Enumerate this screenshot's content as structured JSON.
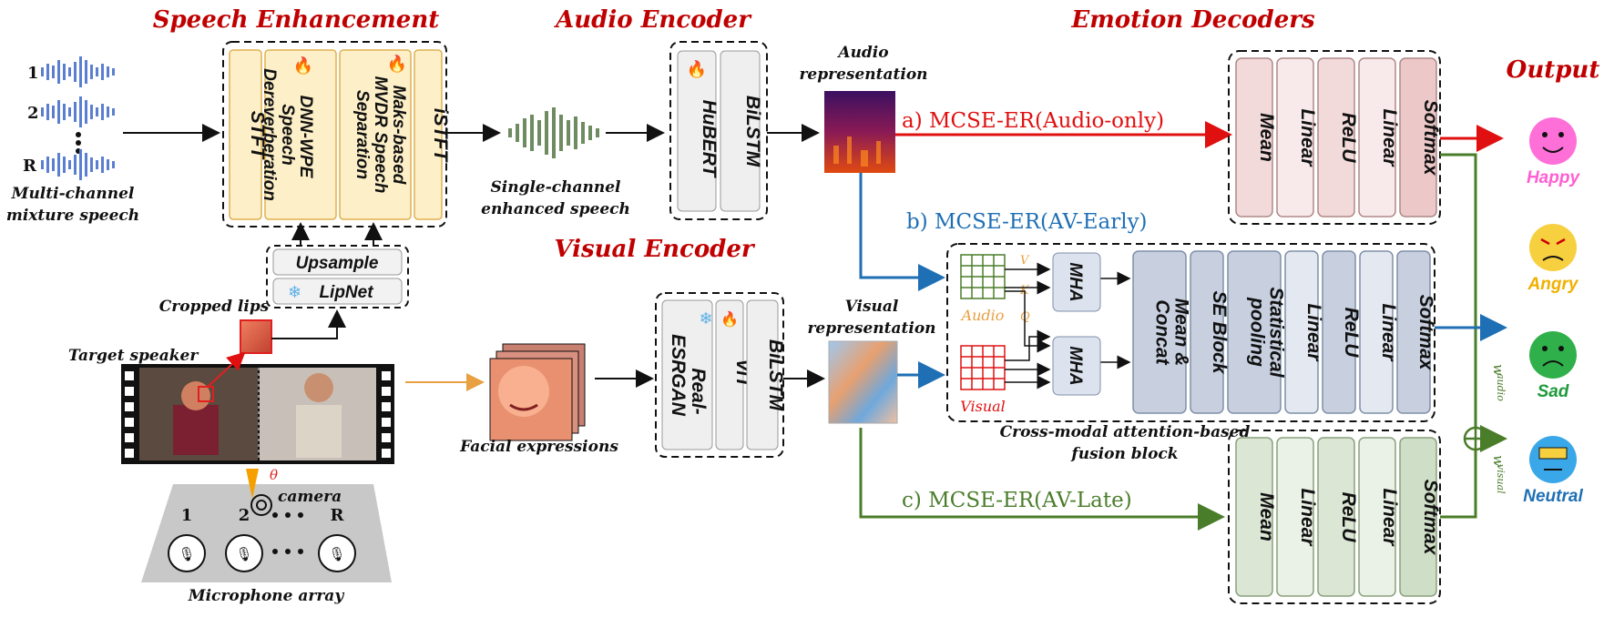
{
  "headers": {
    "speech_enhancement": "Speech Enhancement",
    "audio_encoder": "Audio Encoder",
    "visual_encoder": "Visual Encoder",
    "emotion_decoders": "Emotion Decoders",
    "output": "Output"
  },
  "input": {
    "channel_1": "1",
    "channel_2": "2",
    "channel_r": "R",
    "caption_line1": "Multi-channel",
    "caption_line2": "mixture speech"
  },
  "speech_enhancement": {
    "stft": "STFT",
    "dnn_wpe_l1": "DNN-WPE",
    "dnn_wpe_l2": "Speech",
    "dnn_wpe_l3": "Dereverberation",
    "mvdr_l1": "Maks-based",
    "mvdr_l2": "MVDR Speech",
    "mvdr_l3": "Separation",
    "istft": "iSTFT"
  },
  "lip": {
    "upsample": "Upsample",
    "lipnet": "LipNet",
    "cropped_lips": "Cropped lips",
    "target_speaker": "Target speaker"
  },
  "single_channel": {
    "line1": "Single-channel",
    "line2": "enhanced speech"
  },
  "audio_encoder": {
    "hubert": "HuBERT",
    "bilstm": "BiLSTM"
  },
  "audio_rep": {
    "line1": "Audio",
    "line2": "representation"
  },
  "paths": {
    "a": "a) MCSE-ER(Audio-only)",
    "b": "b) MCSE-ER(AV-Early)",
    "c": "c) MCSE-ER(AV-Late)"
  },
  "decoder_blocks": [
    "Mean",
    "Linear",
    "ReLU",
    "Linear",
    "Softmax"
  ],
  "visual": {
    "facial": "Facial expressions",
    "real_esrgan_l1": "Real-",
    "real_esrgan_l2": "ESRGAN",
    "vit": "ViT",
    "bilstm": "BiLSTM",
    "rep_line1": "Visual",
    "rep_line2": "representation"
  },
  "fusion": {
    "audio": "Audio",
    "visual": "Visual",
    "v": "V",
    "k": "K",
    "q": "Q",
    "mha": "MHA",
    "mean_concat_l1": "Mean &",
    "mean_concat_l2": "Concat",
    "se_block": "SE Block",
    "stat_l1": "Statistical",
    "stat_l2": "pooling",
    "linear": "Linear",
    "relu": "ReLU",
    "softmax": "Softmax",
    "caption_l1": "Cross-modal attention-based",
    "caption_l2": "fusion block"
  },
  "array": {
    "theta": "θ",
    "camera": "camera",
    "mic_1": "1",
    "mic_2": "2",
    "mic_r": "R",
    "caption": "Microphone array"
  },
  "weights": {
    "w": "w",
    "audio": "audio",
    "visual": "visual"
  },
  "emotions": [
    {
      "label": "Happy",
      "color": "#ff5fd2"
    },
    {
      "label": "Angry",
      "color": "#f0b000"
    },
    {
      "label": "Sad",
      "color": "#1f9a3c"
    },
    {
      "label": "Neutral",
      "color": "#1f6fb5"
    }
  ]
}
